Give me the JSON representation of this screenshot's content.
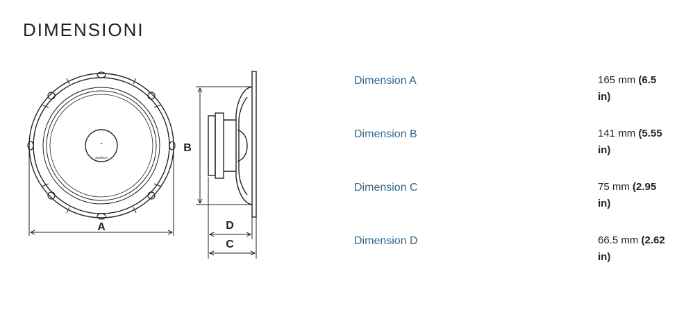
{
  "title": "DIMENSIONI",
  "drawing": {
    "brand": "audison",
    "labels": {
      "a": "A",
      "b": "B",
      "c": "C",
      "d": "D"
    }
  },
  "dimensions": [
    {
      "label": "Dimension A",
      "mm": "165 mm",
      "in": "(6.5 in)"
    },
    {
      "label": "Dimension B",
      "mm": "141 mm",
      "in": "(5.55 in)"
    },
    {
      "label": "Dimension C",
      "mm": "75 mm",
      "in": "(2.95 in)"
    },
    {
      "label": "Dimension D",
      "mm": "66.5 mm",
      "in": "(2.62 in)"
    }
  ]
}
